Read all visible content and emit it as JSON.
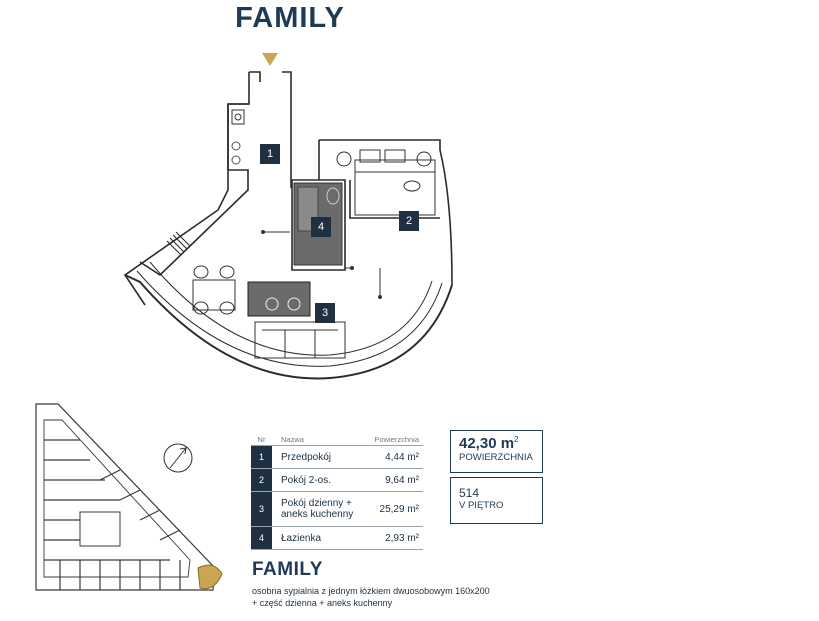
{
  "header": {
    "title": "FAMILY"
  },
  "plan": {
    "labels": [
      "1",
      "2",
      "3",
      "4"
    ]
  },
  "table": {
    "headers": {
      "nr": "Nr",
      "name": "Nazwa",
      "area": "Powierzchnia"
    },
    "rows": [
      {
        "nr": "1",
        "name": "Przedpokój",
        "area": "4,44 m²"
      },
      {
        "nr": "2",
        "name": "Pokój 2-os.",
        "area": "9,64 m²"
      },
      {
        "nr": "3",
        "name_line1": "Pokój dzienny +",
        "name_line2": "aneks kuchenny",
        "area": "25,29 m²"
      },
      {
        "nr": "4",
        "name": "Łazienka",
        "area": "2,93 m²"
      }
    ]
  },
  "summary": {
    "area_value": "42,30 m",
    "area_unit_sup": "2",
    "area_label": "POWIERZCHNIA",
    "unit_number": "514",
    "floor": "V PIĘTRO"
  },
  "footer": {
    "title": "FAMILY",
    "desc_line1": "osobna sypialnia z jednym łóżkiem dwuosobowym 160x200",
    "desc_line2": "+ część dzienna + aneks kuchenny"
  },
  "colors": {
    "navy": "#1f3042",
    "gold": "#c9a752",
    "title": "#1f3a56"
  }
}
